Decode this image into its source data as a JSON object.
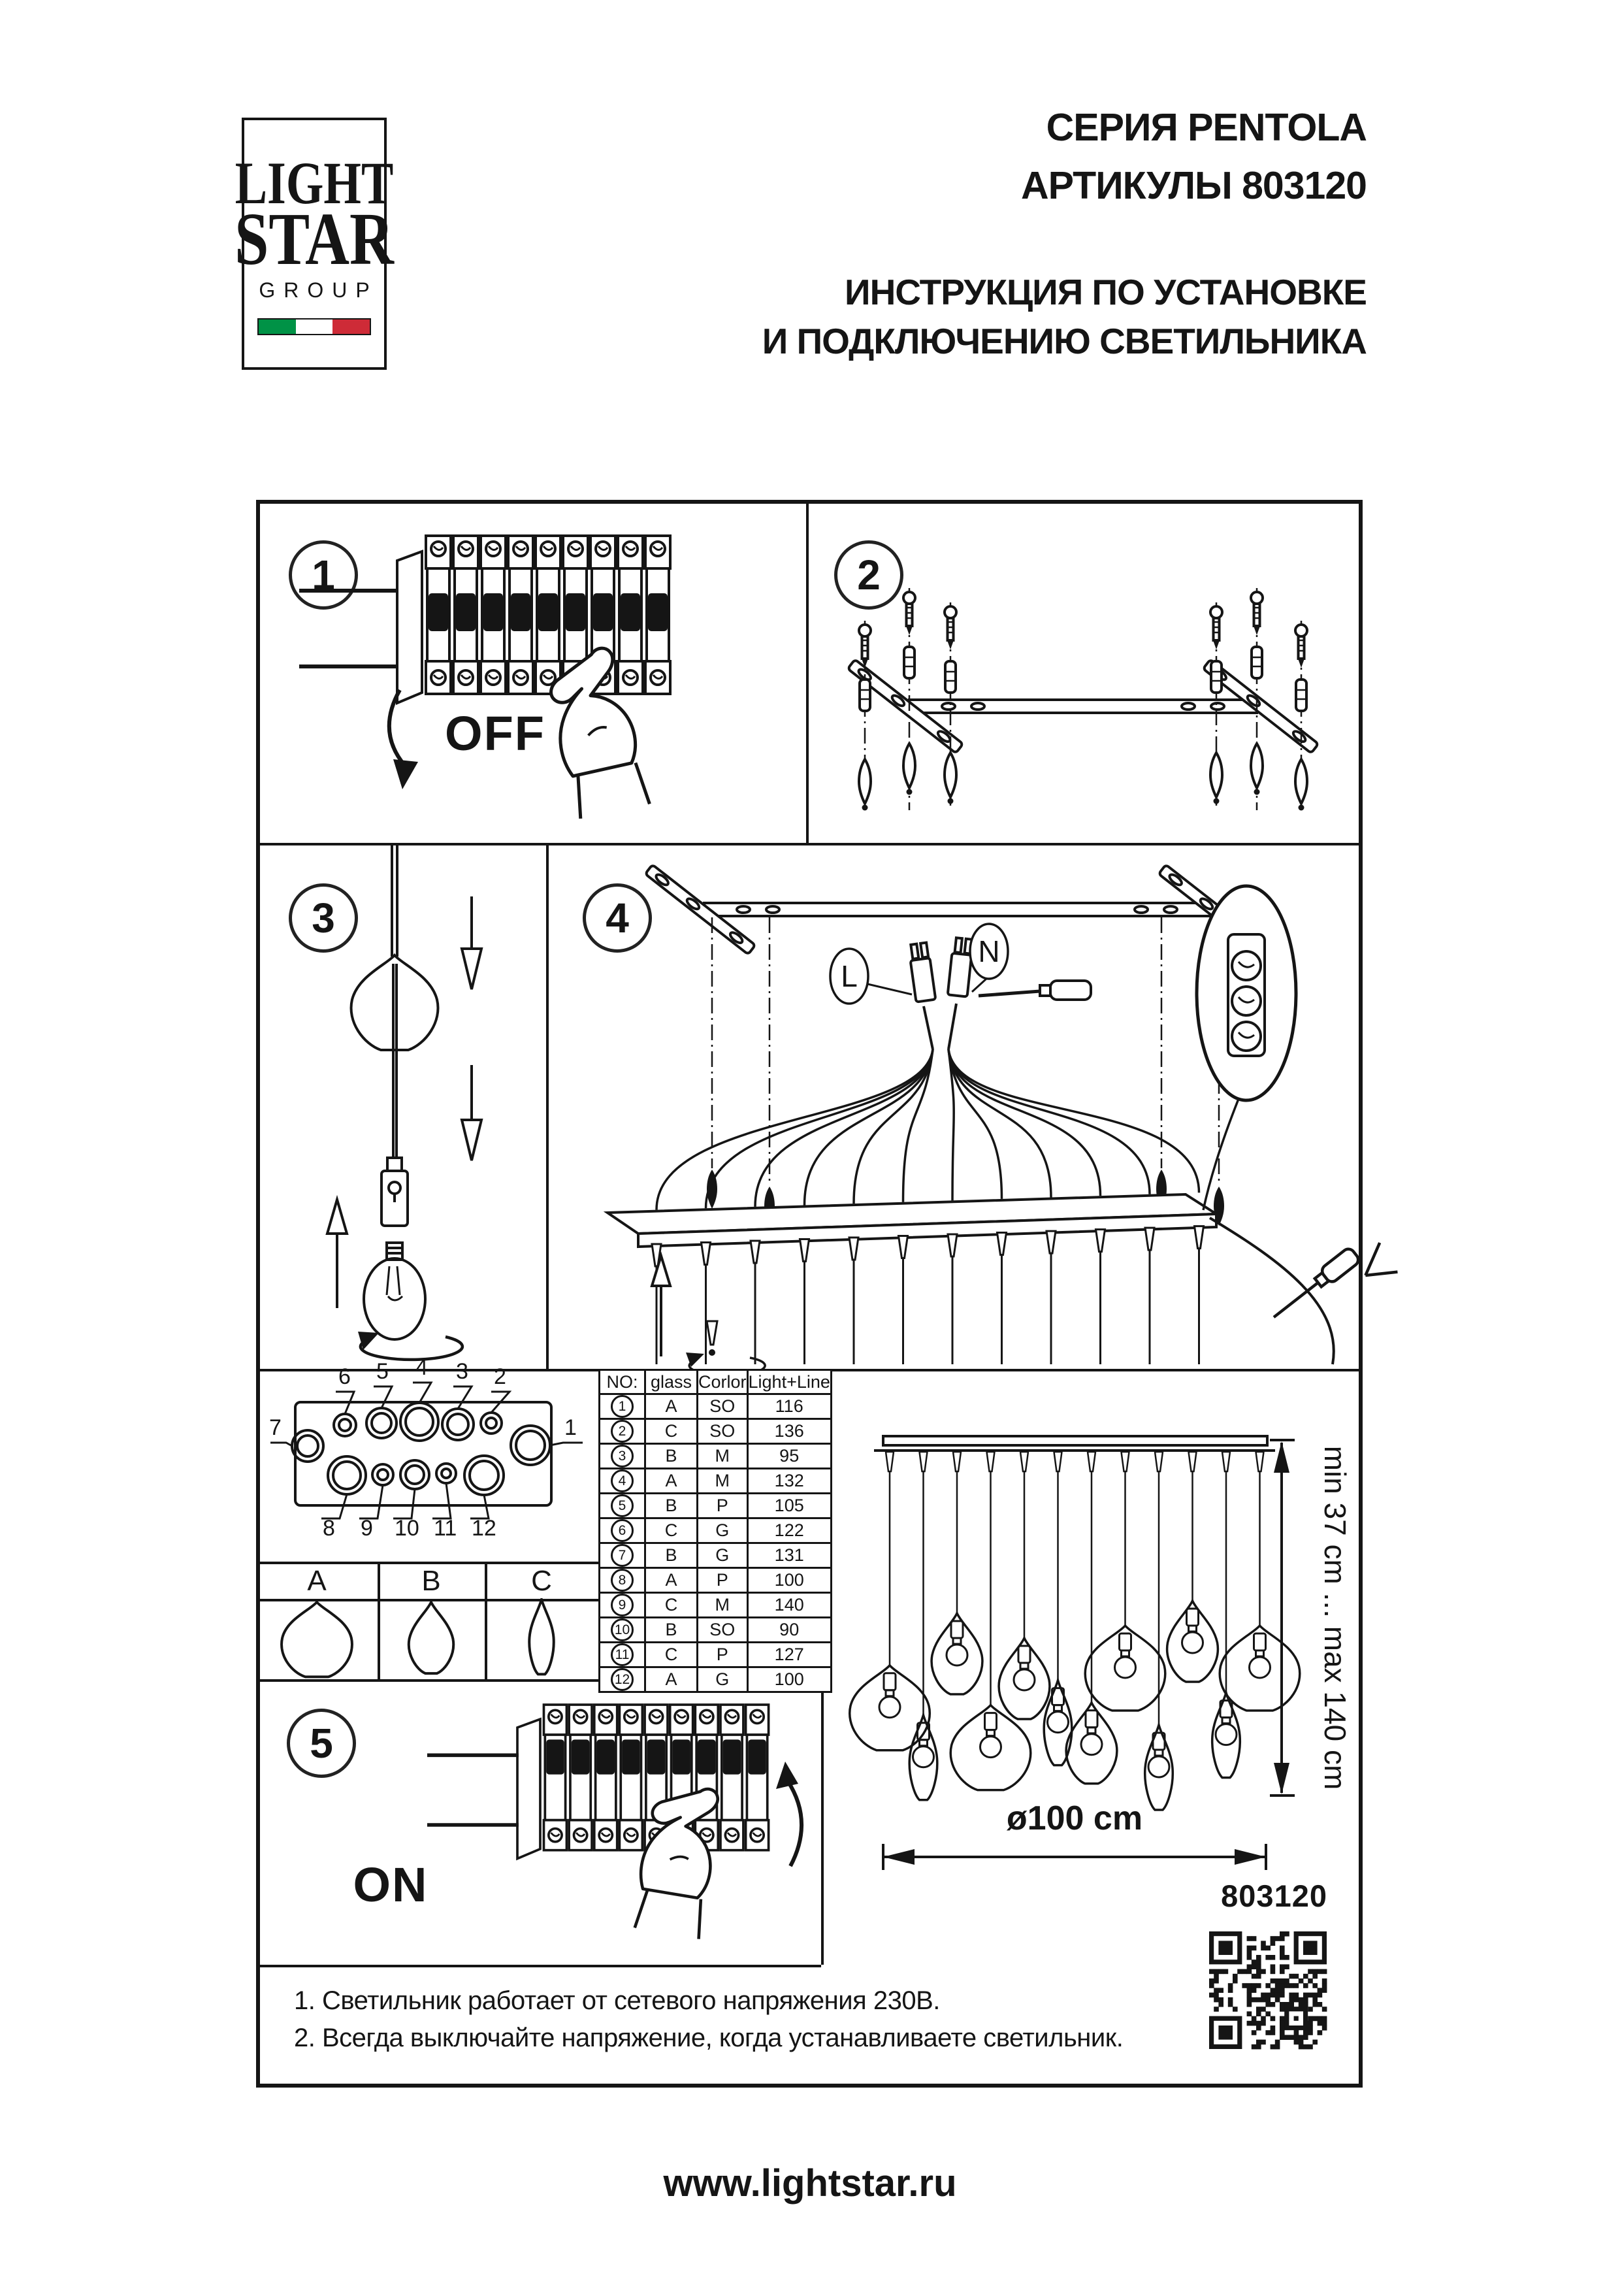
{
  "header": {
    "logo_line1": "LIGHT",
    "logo_line2": "STAR",
    "logo_line3": "GROUP",
    "flag_colors": [
      "#009246",
      "#ffffff",
      "#ce2b37"
    ],
    "series": "СЕРИЯ PENTOLA",
    "articles": "АРТИКУЛЫ 803120",
    "instruction1": "ИНСТРУКЦИЯ ПО УСТАНОВКЕ",
    "instruction2": "И ПОДКЛЮЧЕНИЮ СВЕТИЛЬНИКА"
  },
  "steps": [
    "1",
    "2",
    "3",
    "4",
    "5"
  ],
  "switch_labels": {
    "off": "OFF",
    "on": "ON"
  },
  "wiring": {
    "live": "L",
    "neutral": "N"
  },
  "plate_positions": [
    "1",
    "2",
    "3",
    "4",
    "5",
    "6",
    "7",
    "8",
    "9",
    "10",
    "11",
    "12"
  ],
  "parts_table": {
    "headers": [
      "NO:",
      "glass",
      "Corlor",
      "Light+Line"
    ],
    "rows": [
      {
        "no": "1",
        "glass": "A",
        "color": "SO",
        "light_line": "116"
      },
      {
        "no": "2",
        "glass": "C",
        "color": "SO",
        "light_line": "136"
      },
      {
        "no": "3",
        "glass": "B",
        "color": "M",
        "light_line": "95"
      },
      {
        "no": "4",
        "glass": "A",
        "color": "M",
        "light_line": "132"
      },
      {
        "no": "5",
        "glass": "B",
        "color": "P",
        "light_line": "105"
      },
      {
        "no": "6",
        "glass": "C",
        "color": "G",
        "light_line": "122"
      },
      {
        "no": "7",
        "glass": "B",
        "color": "G",
        "light_line": "131"
      },
      {
        "no": "8",
        "glass": "A",
        "color": "P",
        "light_line": "100"
      },
      {
        "no": "9",
        "glass": "C",
        "color": "M",
        "light_line": "140"
      },
      {
        "no": "10",
        "glass": "B",
        "color": "SO",
        "light_line": "90"
      },
      {
        "no": "11",
        "glass": "C",
        "color": "P",
        "light_line": "127"
      },
      {
        "no": "12",
        "glass": "A",
        "color": "G",
        "light_line": "100"
      }
    ]
  },
  "glass_types": [
    "A",
    "B",
    "C"
  ],
  "dimensions": {
    "vertical": "min 37 cm ... max 140 cm",
    "horizontal": "ø100 cm"
  },
  "article_number": "803120",
  "notes": [
    "1. Светильник работает от сетевого напряжения 230В.",
    "2. Всегда выключайте напряжение, когда устанавливаете светильник."
  ],
  "footer_url": "www.lightstar.ru",
  "colors": {
    "ink": "#151515",
    "paper": "#ffffff"
  }
}
